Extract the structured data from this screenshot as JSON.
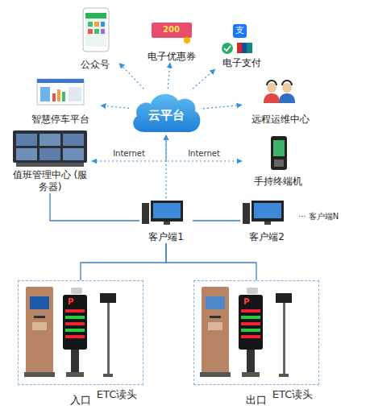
{
  "diagram": {
    "nodes": [
      {
        "text": [
          "公众号"
        ]
      },
      {
        "text": [
          "电子优惠券"
        ]
      },
      {
        "text": [
          "电子支付"
        ]
      },
      {
        "text": [
          "智慧停车平台"
        ]
      },
      {
        "text": [
          "云平台"
        ]
      },
      {
        "text": [
          "远程运维中心"
        ]
      },
      {
        "text": [
          "值班管理中心 (服务器)"
        ]
      },
      {
        "text": [
          "手持终端机"
        ]
      },
      {
        "text": [
          "客户端1"
        ]
      },
      {
        "text": [
          "客户端2"
        ]
      },
      {
        "text": [
          "入口"
        ]
      },
      {
        "text": [
          "ETC读头"
        ],
        "in": 10
      },
      {
        "text": [
          "出口"
        ]
      },
      {
        "text": [
          "ETC读头"
        ],
        "in": 12
      }
    ],
    "edges": [
      {
        "from": 4,
        "to": 0,
        "arrow": "to"
      },
      {
        "from": 4,
        "to": 1,
        "arrow": "to"
      },
      {
        "from": 4,
        "to": 2,
        "arrow": "to"
      },
      {
        "from": 4,
        "to": 3,
        "arrow": "to"
      },
      {
        "from": 4,
        "to": 5,
        "arrow": "to"
      },
      {
        "from": 6,
        "to": 4,
        "label": "Internet",
        "arrow": "both"
      },
      {
        "from": 7,
        "to": 4,
        "label": "Internet",
        "arrow": "both"
      },
      {
        "from": 8,
        "to": 4,
        "arrow": "to"
      },
      {
        "from": 6,
        "to": 8,
        "arrow": "none"
      },
      {
        "from": 8,
        "to": 9,
        "arrow": "none"
      },
      {
        "from": 8,
        "to": 10,
        "arrow": "none"
      },
      {
        "from": 8,
        "to": 12,
        "arrow": "none"
      }
    ],
    "labels": [
      "··· 客户端N",
      "200",
      "支",
      "P",
      "P"
    ]
  }
}
